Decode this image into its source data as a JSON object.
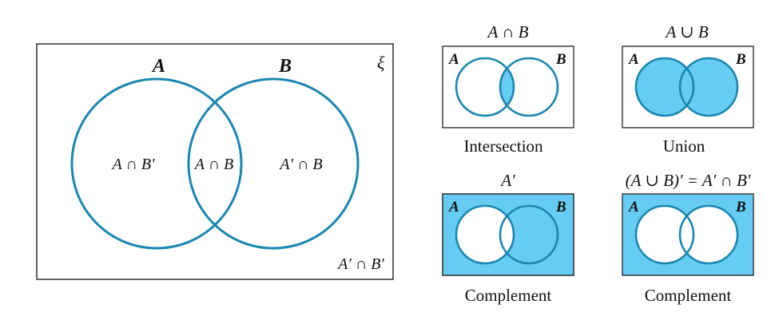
{
  "colors": {
    "circle_stroke": "#1b87b0",
    "shade_fill": "#66ccf2",
    "frame_stroke": "#222222",
    "text": "#111111"
  },
  "main": {
    "universal_symbol": "ξ",
    "set_a": "A",
    "set_b": "B",
    "region_a_only": "A ∩ B′",
    "region_both": "A ∩ B",
    "region_b_only": "A′ ∩ B",
    "region_neither": "A′ ∩ B′"
  },
  "panels": [
    {
      "id": "intersection",
      "title": "A ∩ B",
      "caption": "Intersection",
      "set_a": "A",
      "set_b": "B",
      "shade": "intersection"
    },
    {
      "id": "union",
      "title": "A ∪ B",
      "caption": "Union",
      "set_a": "A",
      "set_b": "B",
      "shade": "union"
    },
    {
      "id": "complement-a",
      "title": "A′",
      "caption": "Complement",
      "set_a": "A",
      "set_b": "B",
      "shade": "complement-a"
    },
    {
      "id": "complement-union",
      "title": "(A ∪ B)′ = A′ ∩ B′",
      "caption": "Complement",
      "set_a": "A",
      "set_b": "B",
      "shade": "complement-union"
    }
  ]
}
